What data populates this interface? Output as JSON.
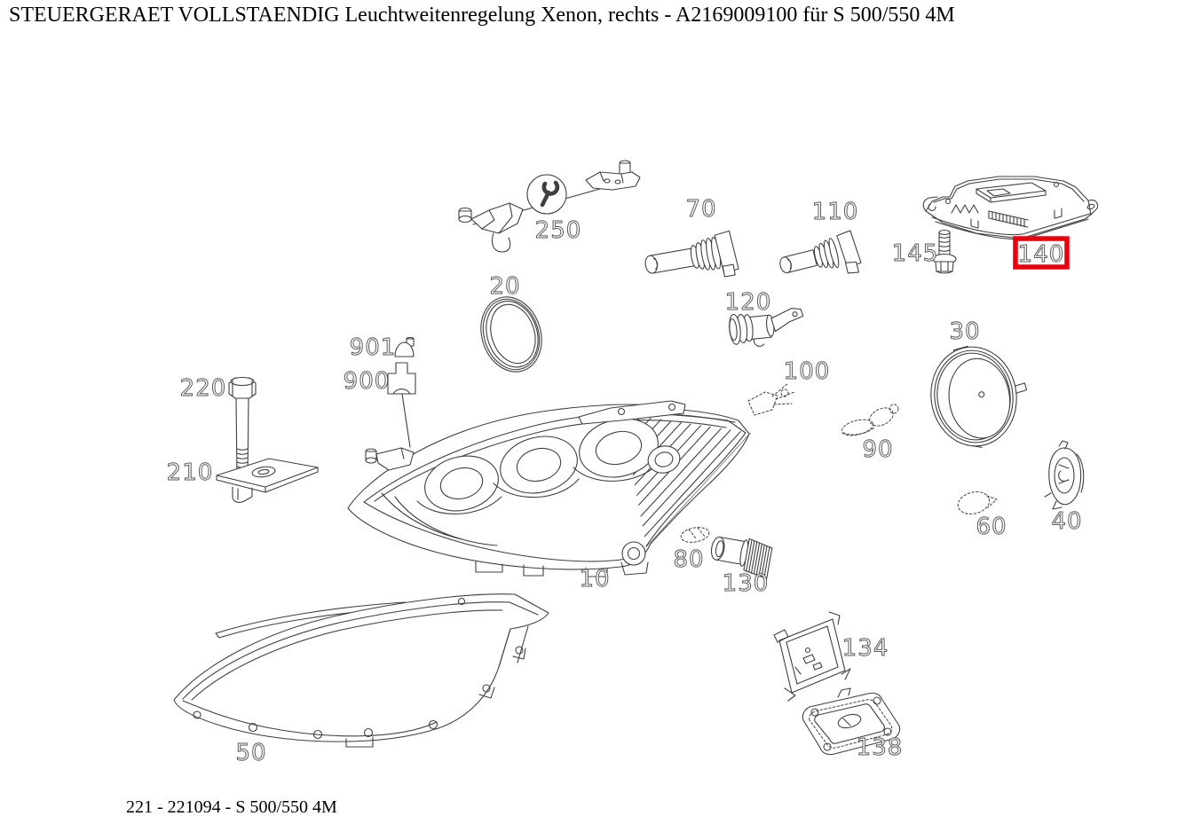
{
  "header": {
    "title": "STEUERGERAET VOLLSTAENDIG Leuchtweitenregelung Xenon, rechts - A2169009100 für S 500/550 4M"
  },
  "footer": {
    "caption": "221 - 221094 - S 500/550 4M"
  },
  "diagram": {
    "line_color": "#404040",
    "label_outline_color": "#5a5a5a",
    "highlight": {
      "callout": "140",
      "color": "#e8000d"
    },
    "callouts": [
      {
        "label": "10"
      },
      {
        "label": "20"
      },
      {
        "label": "30"
      },
      {
        "label": "40"
      },
      {
        "label": "50"
      },
      {
        "label": "60"
      },
      {
        "label": "70"
      },
      {
        "label": "80"
      },
      {
        "label": "90"
      },
      {
        "label": "100"
      },
      {
        "label": "110"
      },
      {
        "label": "120"
      },
      {
        "label": "130"
      },
      {
        "label": "134"
      },
      {
        "label": "138"
      },
      {
        "label": "140"
      },
      {
        "label": "145"
      },
      {
        "label": "210"
      },
      {
        "label": "220"
      },
      {
        "label": "250"
      },
      {
        "label": "900"
      },
      {
        "label": "901"
      }
    ]
  }
}
